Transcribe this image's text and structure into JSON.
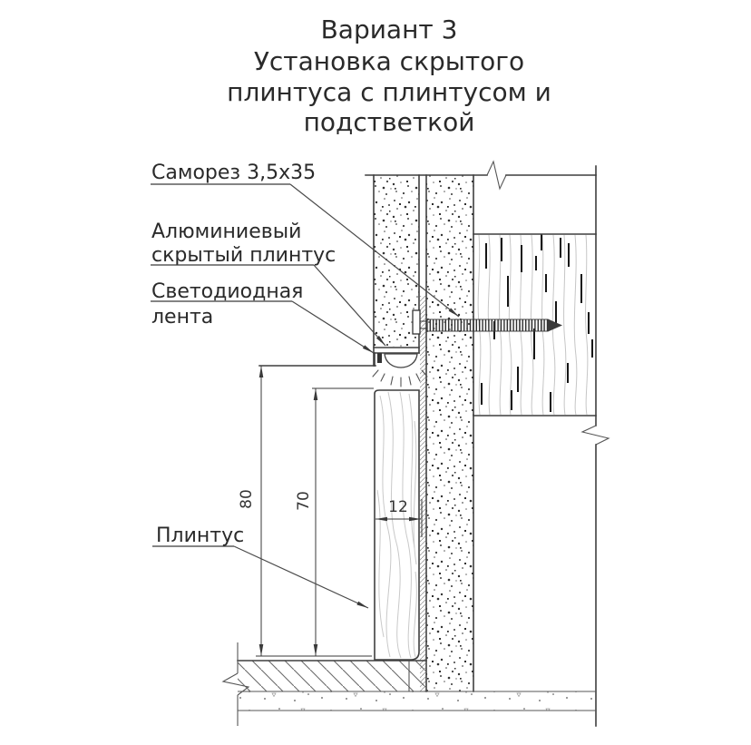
{
  "title": {
    "lines": [
      "Вариант 3",
      "Установка скрытого",
      "плинтуса с плинтусом и",
      "подстветкой"
    ]
  },
  "callouts": {
    "screw": "Саморез 3,5x35",
    "aluminum_plinth_line1": "Алюминиевый",
    "aluminum_plinth_line2": "скрытый плинтус",
    "led_strip_line1": "Светодиодная",
    "led_strip_line2": "лента",
    "plinth": "Плинтус"
  },
  "dimensions": {
    "overall_height": "80",
    "plinth_height": "70",
    "plinth_thickness": "12"
  },
  "colors": {
    "line": "#3f3f3f",
    "text": "#2a2a2a",
    "dim_text": "#333333",
    "wood_grain": "#c6c6c6"
  }
}
